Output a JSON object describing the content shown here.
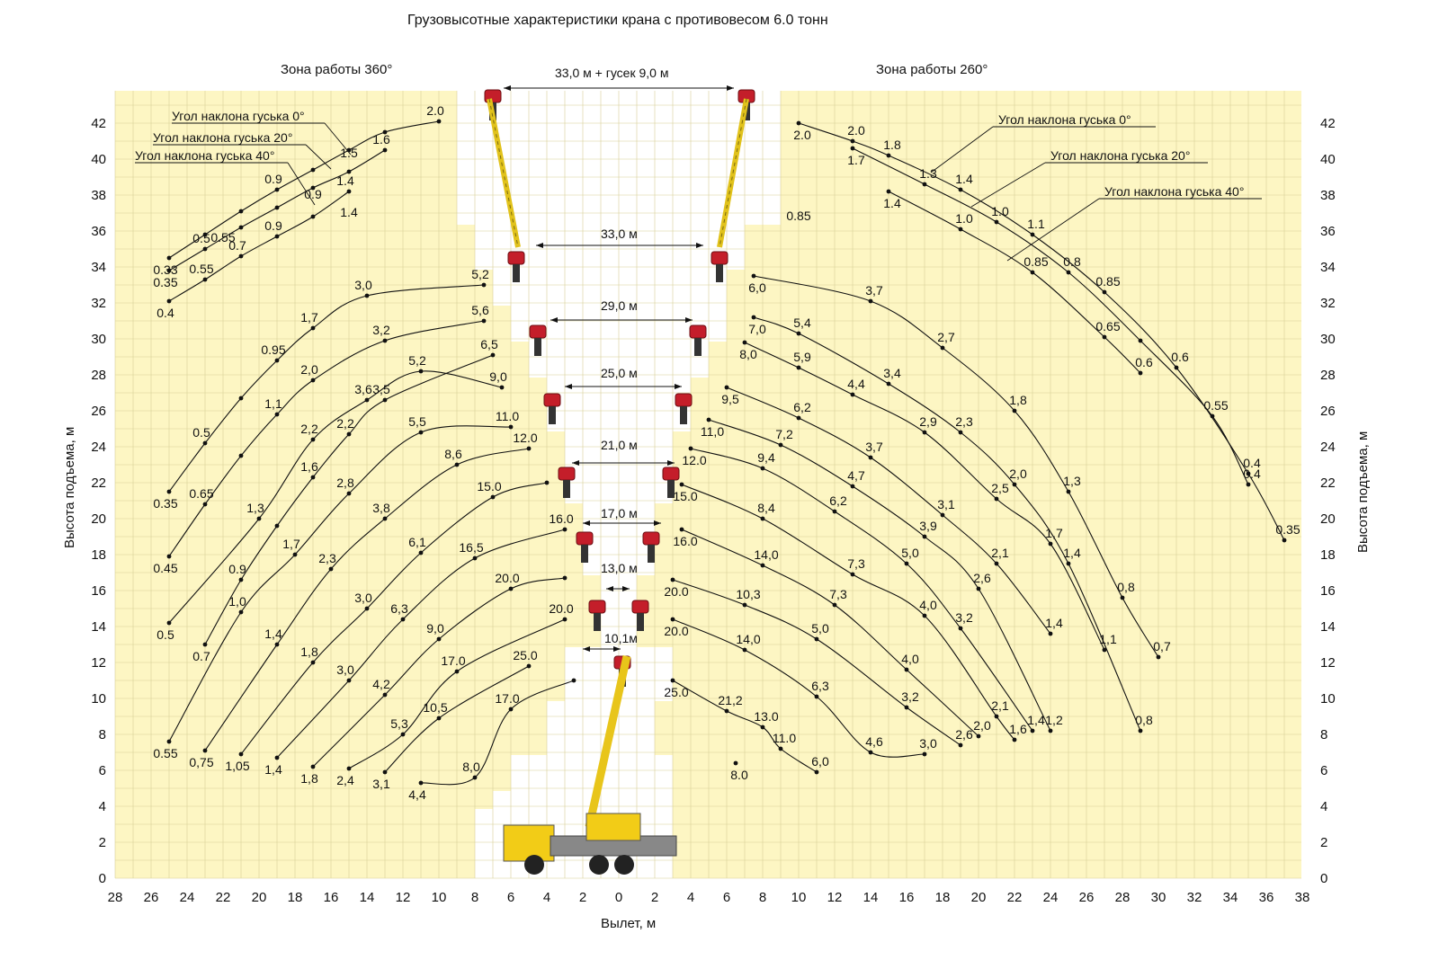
{
  "chart_data": {
    "type": "line",
    "title": "Грузовысотные характеристики крана с противовесом 6.0 тонн",
    "xlabel": "Вылет, м",
    "ylabel": "Высота подъема, м",
    "xlim_left": [
      28,
      0
    ],
    "xlim_right": [
      0,
      38
    ],
    "ylim": [
      0,
      43
    ],
    "x_ticks_left": [
      "28",
      "26",
      "24",
      "22",
      "20",
      "18",
      "16",
      "14",
      "12",
      "10",
      "8",
      "6",
      "4",
      "2",
      "0"
    ],
    "x_ticks_right": [
      "2",
      "4",
      "6",
      "8",
      "10",
      "12",
      "14",
      "16",
      "18",
      "20",
      "22",
      "24",
      "26",
      "28",
      "30",
      "32",
      "34",
      "36",
      "38"
    ],
    "y_ticks": [
      "0",
      "2",
      "4",
      "6",
      "8",
      "10",
      "12",
      "14",
      "16",
      "18",
      "20",
      "22",
      "24",
      "26",
      "28",
      "30",
      "32",
      "34",
      "36",
      "38",
      "40",
      "42"
    ],
    "grid": true,
    "zones": [
      {
        "name": "Зона работы 360°",
        "side": "left"
      },
      {
        "name": "Зона работы 260°",
        "side": "right"
      }
    ],
    "jib_legend_left": [
      "Угол наклона гуська 0°",
      "Угол наклона гуська 20°",
      "Угол наклона гуська 40°"
    ],
    "jib_legend_right": [
      "Угол наклона гуська 0°",
      "Угол наклона гуська 20°",
      "Угол наклона гуська 40°"
    ],
    "boom_lengths": [
      "33,0 м + гусек 9,0 м",
      "33,0 м",
      "29,0 м",
      "25,0 м",
      "21,0 м",
      "17,0 м",
      "13,0 м",
      "10,1м"
    ],
    "series_left": [
      {
        "name": "33,0 м + гусек 9,0 м, 0°",
        "points": [
          [
            25,
            34.5,
            "0.33"
          ],
          [
            23,
            35.8,
            ""
          ],
          [
            21,
            37.1,
            ""
          ],
          [
            19,
            38.3,
            "0.9"
          ],
          [
            17,
            39.4,
            ""
          ],
          [
            15,
            40.5,
            ""
          ],
          [
            13,
            41.5,
            ""
          ],
          [
            10,
            42.1,
            "2.0"
          ]
        ],
        "labels": [
          [
            15,
            40.1,
            "1.5"
          ]
        ]
      },
      {
        "name": "33,0 м + гусек 9,0 м, 20°",
        "points": [
          [
            25,
            33.8,
            "0.35"
          ],
          [
            23,
            35.0,
            "0.5"
          ],
          [
            21,
            36.2,
            ""
          ],
          [
            19,
            37.3,
            ""
          ],
          [
            17,
            38.4,
            ""
          ],
          [
            15,
            39.3,
            ""
          ],
          [
            13,
            40.5,
            "1.6"
          ]
        ],
        "labels": [
          [
            17,
            37.8,
            "0.9"
          ]
        ]
      },
      {
        "name": "33,0 м + гусек 9,0 м, 40°",
        "points": [
          [
            25,
            32.1,
            "0.4"
          ],
          [
            23,
            33.3,
            "0.55"
          ],
          [
            21,
            34.6,
            "0.7"
          ],
          [
            19,
            35.7,
            "0.9"
          ],
          [
            17,
            36.8,
            ""
          ],
          [
            15,
            38.2,
            "1.4"
          ]
        ],
        "labels": [
          [
            22,
            35.4,
            "0.55"
          ],
          [
            15,
            36.8,
            "1.4"
          ]
        ]
      },
      {
        "name": "33,0 м",
        "points": [
          [
            25,
            21.5,
            "0.35"
          ],
          [
            23,
            24.2,
            "0.5"
          ],
          [
            21,
            26.7,
            ""
          ],
          [
            19,
            28.8,
            "0.95"
          ],
          [
            17,
            30.6,
            "1,7"
          ],
          [
            14,
            32.4,
            "3,0"
          ],
          [
            7.5,
            33.0,
            "5,2"
          ]
        ]
      },
      {
        "name": "29,0 м",
        "points": [
          [
            25,
            17.9,
            "0.45"
          ],
          [
            23,
            20.8,
            "0.65"
          ],
          [
            21,
            23.5,
            ""
          ],
          [
            19,
            25.8,
            "1,1"
          ],
          [
            17,
            27.7,
            "2,0"
          ],
          [
            13,
            29.9,
            "3,2"
          ],
          [
            7.5,
            31.0,
            "5,6"
          ]
        ]
      },
      {
        "name": "29,0 м б",
        "points": [
          [
            23,
            13.0,
            "0.7"
          ],
          [
            21,
            16.6,
            "0.9"
          ],
          [
            19,
            19.6,
            ""
          ],
          [
            17,
            22.3,
            "1,6"
          ],
          [
            15,
            24.7,
            "2,2"
          ],
          [
            13,
            26.6,
            "3,5"
          ],
          [
            7,
            29.1,
            "6,5"
          ]
        ]
      },
      {
        "name": "25,0 м",
        "points": [
          [
            25,
            14.2,
            "0.5"
          ],
          [
            20,
            20.0,
            "1,3"
          ],
          [
            17,
            24.4,
            "2,2"
          ],
          [
            14,
            26.6,
            "3,6"
          ],
          [
            11,
            28.2,
            "5,2"
          ],
          [
            6.5,
            27.3,
            "9,0"
          ]
        ]
      },
      {
        "name": "25,0 м б",
        "points": [
          [
            25,
            7.6,
            "0.55"
          ],
          [
            21,
            14.8,
            "1,0"
          ],
          [
            18,
            18.0,
            "1,7"
          ],
          [
            15,
            21.4,
            "2,8"
          ],
          [
            11,
            24.8,
            "5,5"
          ],
          [
            6,
            25.1,
            "11.0"
          ]
        ]
      },
      {
        "name": "21,0 м",
        "points": [
          [
            23,
            7.1,
            "0,75"
          ],
          [
            19,
            13.0,
            "1,4"
          ],
          [
            16,
            17.2,
            "2,3"
          ],
          [
            13,
            20.0,
            "3,8"
          ],
          [
            9,
            23.0,
            "8,6"
          ],
          [
            5,
            23.9,
            "12.0"
          ]
        ]
      },
      {
        "name": "21,0 м б",
        "points": [
          [
            21,
            6.9,
            "1,05"
          ],
          [
            17,
            12.0,
            "1,8"
          ],
          [
            14,
            15.0,
            "3,0"
          ],
          [
            11,
            18.1,
            "6,1"
          ],
          [
            7,
            21.2,
            "15.0"
          ],
          [
            4,
            22.0,
            ""
          ]
        ]
      },
      {
        "name": "17,0 м",
        "points": [
          [
            19,
            6.7,
            "1,4"
          ],
          [
            15,
            11.0,
            "3,0"
          ],
          [
            12,
            14.4,
            "6,3"
          ],
          [
            8,
            17.8,
            "16,5"
          ],
          [
            3,
            19.4,
            "16.0"
          ]
        ]
      },
      {
        "name": "17,0 м б",
        "points": [
          [
            17,
            6.2,
            "1,8"
          ],
          [
            13,
            10.2,
            "4,2"
          ],
          [
            10,
            13.3,
            "9,0"
          ],
          [
            6,
            16.1,
            "20.0"
          ],
          [
            3,
            16.7,
            ""
          ]
        ]
      },
      {
        "name": "13,0 м",
        "points": [
          [
            15,
            6.1,
            "2,4"
          ],
          [
            12,
            8.0,
            "5,3"
          ],
          [
            9,
            11.5,
            "17.0"
          ],
          [
            3,
            14.4,
            "20.0"
          ]
        ]
      },
      {
        "name": "13,0 м б",
        "points": [
          [
            13,
            5.9,
            "3,1"
          ],
          [
            10,
            8.9,
            "10,5"
          ],
          [
            5,
            11.8,
            "25.0"
          ]
        ]
      },
      {
        "name": "10,1 м",
        "points": [
          [
            11,
            5.3,
            "4,4"
          ],
          [
            8,
            5.6,
            "8,0"
          ],
          [
            6,
            9.4,
            "17.0"
          ],
          [
            2.5,
            11.0,
            ""
          ]
        ]
      }
    ],
    "series_right": [
      {
        "name": "33,0 м + гусек 9,0 м, 0°",
        "points": [
          [
            10,
            42.0,
            "2.0"
          ],
          [
            13,
            41.0,
            "2.0"
          ],
          [
            15,
            40.2,
            "1.8"
          ],
          [
            19,
            38.3,
            "1.4"
          ],
          [
            23,
            35.8,
            "1.1"
          ],
          [
            27,
            32.6,
            "0.85"
          ],
          [
            31,
            28.4,
            "0.6"
          ],
          [
            35,
            22.5,
            "0.4"
          ],
          [
            37,
            18.8,
            "0.35"
          ]
        ]
      },
      {
        "name": "33,0 м + гусек 9,0 м, 20°",
        "points": [
          [
            13,
            40.6,
            "1.7"
          ],
          [
            17,
            38.6,
            "1.3"
          ],
          [
            21,
            36.5,
            "1.0"
          ],
          [
            25,
            33.7,
            "0.8"
          ],
          [
            29,
            29.9,
            ""
          ],
          [
            33,
            25.7,
            "0.55"
          ],
          [
            35,
            21.9,
            "0.4"
          ]
        ]
      },
      {
        "name": "33,0 м + гусек 9,0 м, 40°",
        "points": [
          [
            15,
            38.2,
            "1.4"
          ],
          [
            19,
            36.1,
            "1.0"
          ],
          [
            23,
            33.7,
            "0.85"
          ],
          [
            27,
            30.1,
            "0.65"
          ],
          [
            29,
            28.1,
            "0.6"
          ]
        ]
      },
      {
        "name": "33,0 м",
        "points": [
          [
            7.5,
            33.5,
            "6,0"
          ],
          [
            14,
            32.1,
            "3,7"
          ],
          [
            18,
            29.5,
            "2,7"
          ],
          [
            22,
            26.0,
            "1,8"
          ],
          [
            25,
            21.5,
            "1,3"
          ],
          [
            28,
            15.6,
            "0,8"
          ],
          [
            30,
            12.3,
            "0,7"
          ]
        ]
      },
      {
        "name": "29,0 м",
        "points": [
          [
            7.5,
            31.2,
            "7,0"
          ],
          [
            10,
            30.3,
            "5,4"
          ],
          [
            15,
            27.5,
            "3,4"
          ],
          [
            19,
            24.8,
            "2,3"
          ],
          [
            22,
            21.9,
            "2,0"
          ],
          [
            25,
            17.5,
            "1,4"
          ],
          [
            29,
            8.2,
            "0,8"
          ]
        ]
      },
      {
        "name": "29,0 м б",
        "points": [
          [
            7,
            29.8,
            "8,0"
          ],
          [
            10,
            28.4,
            "5,9"
          ],
          [
            13,
            26.9,
            "4,4"
          ],
          [
            17,
            24.8,
            "2,9"
          ],
          [
            21,
            21.1,
            "2,5"
          ],
          [
            24,
            18.6,
            "1,7"
          ],
          [
            27,
            12.7,
            "1,1"
          ]
        ]
      },
      {
        "name": "25,0 м",
        "points": [
          [
            6,
            27.3,
            "9,5"
          ],
          [
            10,
            25.6,
            "6,2"
          ],
          [
            14,
            23.4,
            "3,7"
          ],
          [
            18,
            20.2,
            "3,1"
          ],
          [
            21,
            17.5,
            "2,1"
          ],
          [
            24,
            13.6,
            "1,4"
          ]
        ]
      },
      {
        "name": "25,0 м б",
        "points": [
          [
            5,
            25.5,
            "11,0"
          ],
          [
            9,
            24.1,
            "7,2"
          ],
          [
            13,
            21.8,
            "4,7"
          ],
          [
            17,
            19.0,
            "3,9"
          ],
          [
            20,
            16.1,
            "2,6"
          ],
          [
            24,
            8.2,
            "1,2"
          ]
        ]
      },
      {
        "name": "21,0 м",
        "points": [
          [
            4,
            23.9,
            "12.0"
          ],
          [
            8,
            22.8,
            "9,4"
          ],
          [
            12,
            20.4,
            "6,2"
          ],
          [
            16,
            17.5,
            "5,0"
          ],
          [
            19,
            13.9,
            "3,2"
          ],
          [
            23,
            8.2,
            "1,4"
          ]
        ]
      },
      {
        "name": "21,0 м б",
        "points": [
          [
            3.5,
            21.9,
            "15.0"
          ],
          [
            8,
            20.0,
            "8,4"
          ],
          [
            13,
            16.9,
            "7,3"
          ],
          [
            17,
            14.6,
            "4,0"
          ],
          [
            21,
            9.0,
            "2,1"
          ],
          [
            22,
            7.7,
            "1,6"
          ]
        ]
      },
      {
        "name": "17,0 м",
        "points": [
          [
            3.5,
            19.4,
            "16.0"
          ],
          [
            8,
            17.4,
            "14,0"
          ],
          [
            12,
            15.2,
            "7,3"
          ],
          [
            16,
            11.6,
            "4,0"
          ],
          [
            20,
            7.9,
            "2,0"
          ]
        ]
      },
      {
        "name": "17,0 м б",
        "points": [
          [
            3,
            16.6,
            "20.0"
          ],
          [
            7,
            15.2,
            "10,3"
          ],
          [
            11,
            13.3,
            "5,0"
          ],
          [
            16,
            9.5,
            "3,2"
          ],
          [
            19,
            7.4,
            "2,6"
          ]
        ]
      },
      {
        "name": "13,0 м",
        "points": [
          [
            3,
            14.4,
            "20.0"
          ],
          [
            7,
            12.7,
            "14,0"
          ],
          [
            11,
            10.1,
            "6,3"
          ],
          [
            14,
            7.0,
            "4,6"
          ],
          [
            17,
            6.9,
            "3,0"
          ]
        ]
      },
      {
        "name": "13,0 м б",
        "points": [
          [
            3,
            11.0,
            "25.0"
          ],
          [
            6,
            9.3,
            "21,2"
          ],
          [
            8,
            8.4,
            "13.0"
          ],
          [
            9,
            7.2,
            "11.0"
          ],
          [
            11,
            5.9,
            "6,0"
          ]
        ]
      },
      {
        "name": "10,1 м",
        "points": [
          [
            6.5,
            6.4,
            "8.0"
          ]
        ]
      }
    ],
    "extra_labels_right": [
      [
        10,
        36.6,
        "0.85"
      ],
      [
        13.5,
        41.5,
        ""
      ]
    ]
  }
}
